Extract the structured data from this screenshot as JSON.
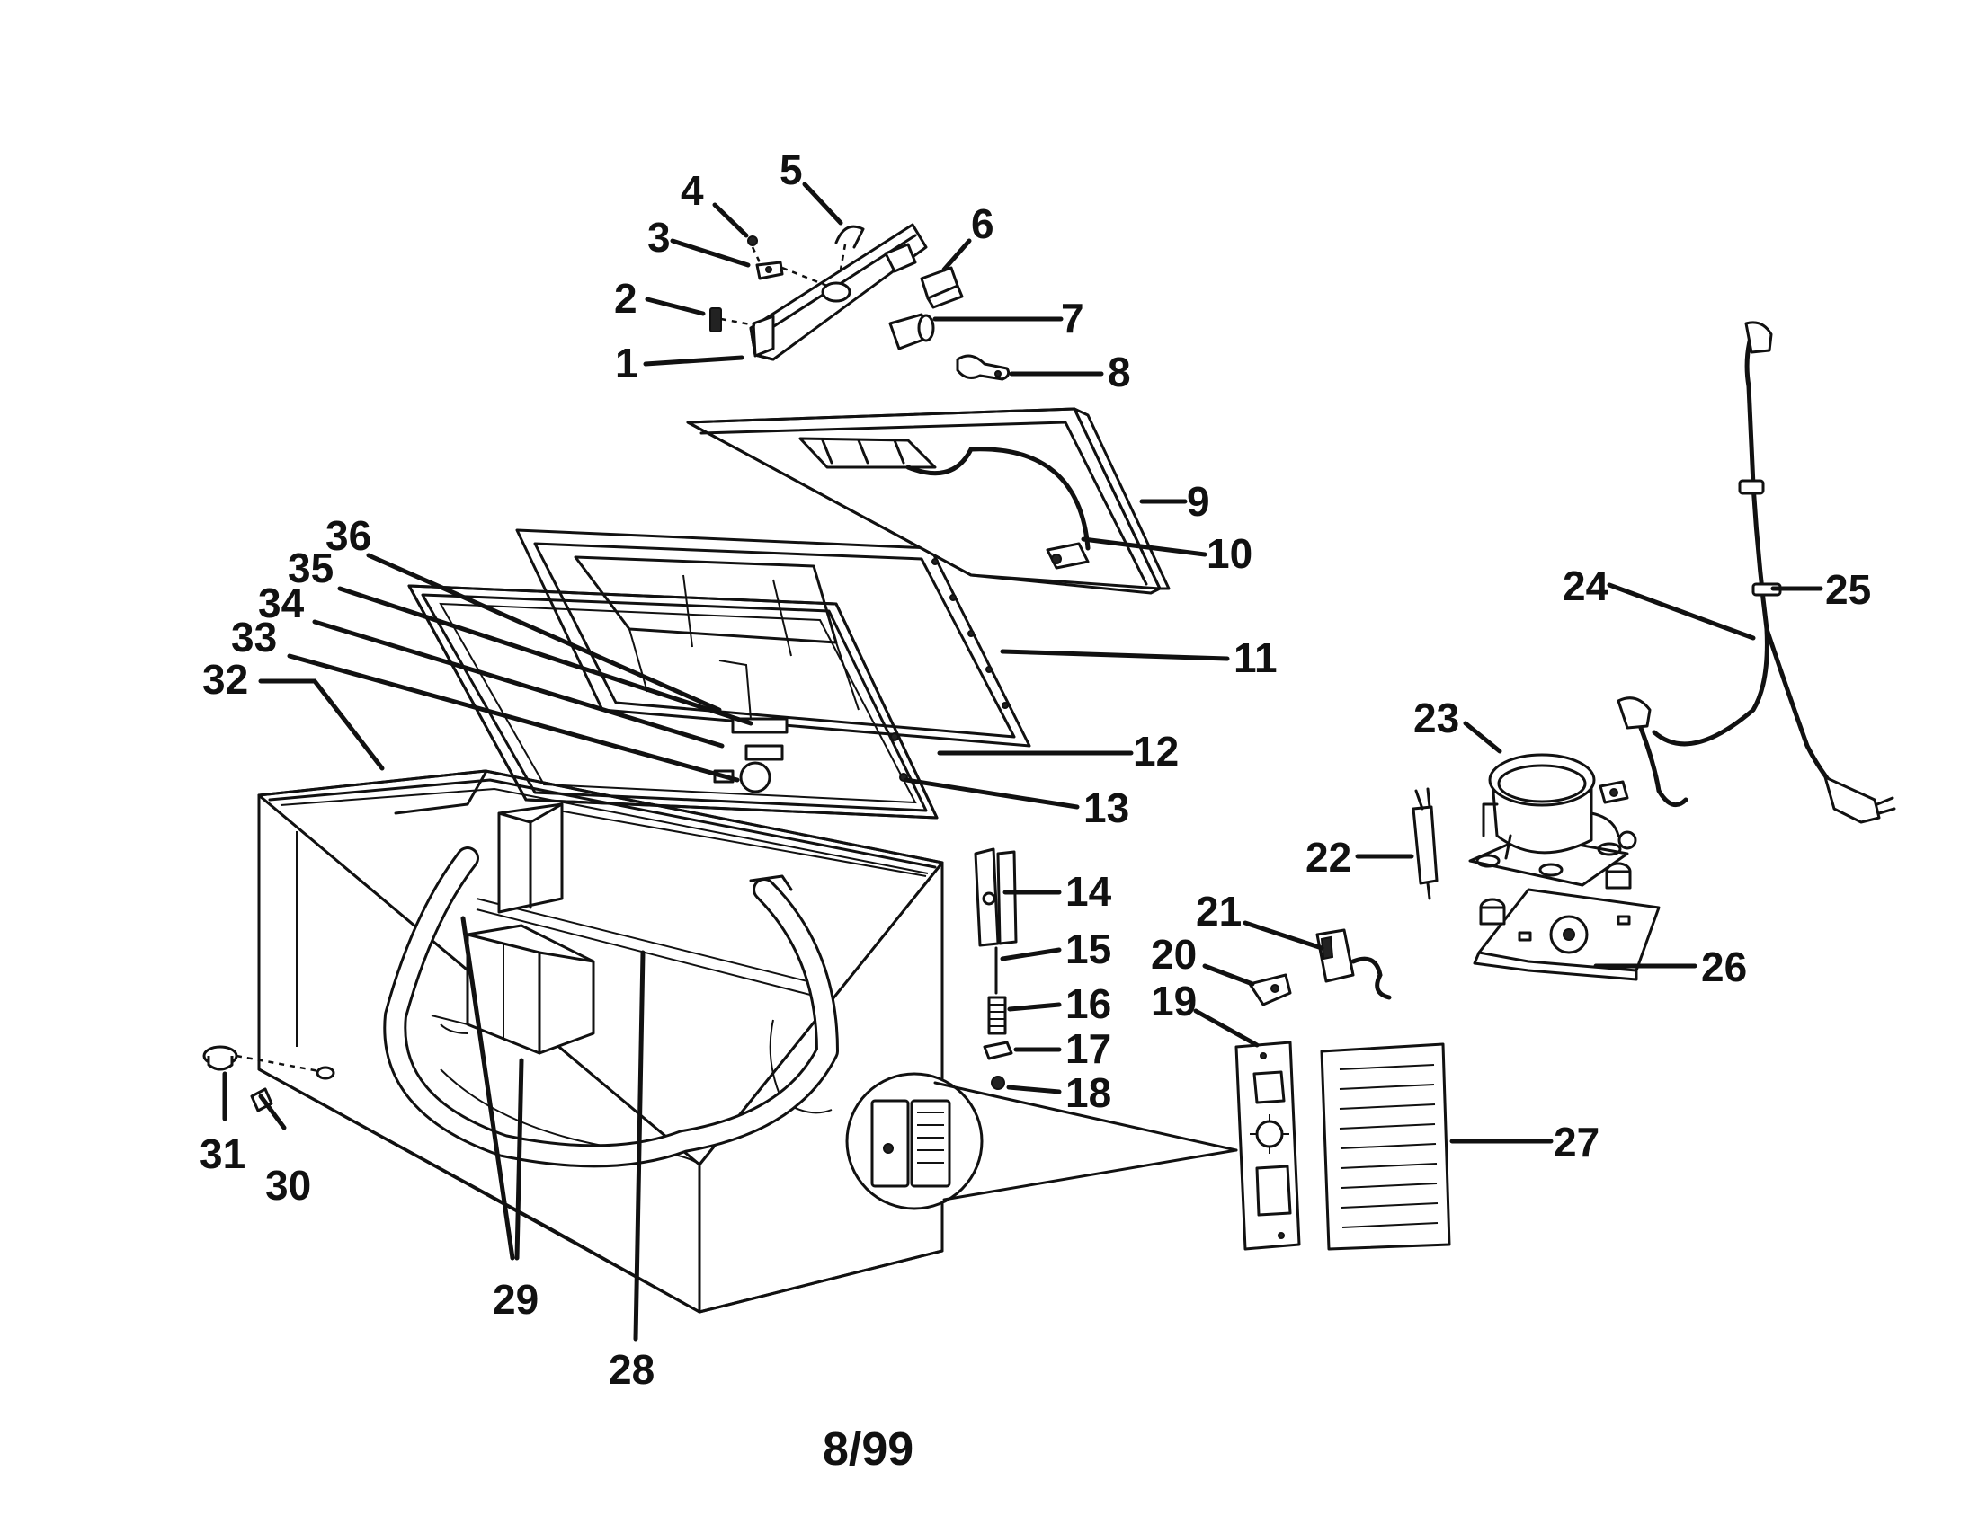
{
  "diagram": {
    "parts": [
      {
        "id": "part-1",
        "label": "1"
      },
      {
        "id": "part-2",
        "label": "2"
      },
      {
        "id": "part-3",
        "label": "3"
      },
      {
        "id": "part-4",
        "label": "4"
      },
      {
        "id": "part-5",
        "label": "5"
      },
      {
        "id": "part-6",
        "label": "6"
      },
      {
        "id": "part-7",
        "label": "7"
      },
      {
        "id": "part-8",
        "label": "8"
      },
      {
        "id": "part-9",
        "label": "9"
      },
      {
        "id": "part-10",
        "label": "10"
      },
      {
        "id": "part-11",
        "label": "11"
      },
      {
        "id": "part-12",
        "label": "12"
      },
      {
        "id": "part-13",
        "label": "13"
      },
      {
        "id": "part-14",
        "label": "14"
      },
      {
        "id": "part-15",
        "label": "15"
      },
      {
        "id": "part-16",
        "label": "16"
      },
      {
        "id": "part-17",
        "label": "17"
      },
      {
        "id": "part-18",
        "label": "18"
      },
      {
        "id": "part-19",
        "label": "19"
      },
      {
        "id": "part-20",
        "label": "20"
      },
      {
        "id": "part-21",
        "label": "21"
      },
      {
        "id": "part-22",
        "label": "22"
      },
      {
        "id": "part-23",
        "label": "23"
      },
      {
        "id": "part-24",
        "label": "24"
      },
      {
        "id": "part-25",
        "label": "25"
      },
      {
        "id": "part-26",
        "label": "26"
      },
      {
        "id": "part-27",
        "label": "27"
      },
      {
        "id": "part-28",
        "label": "28"
      },
      {
        "id": "part-29",
        "label": "29"
      },
      {
        "id": "part-30",
        "label": "30"
      },
      {
        "id": "part-31",
        "label": "31"
      },
      {
        "id": "part-32",
        "label": "32"
      },
      {
        "id": "part-33",
        "label": "33"
      },
      {
        "id": "part-34",
        "label": "34"
      },
      {
        "id": "part-35",
        "label": "35"
      },
      {
        "id": "part-36",
        "label": "36"
      }
    ],
    "footer": "8/99"
  }
}
